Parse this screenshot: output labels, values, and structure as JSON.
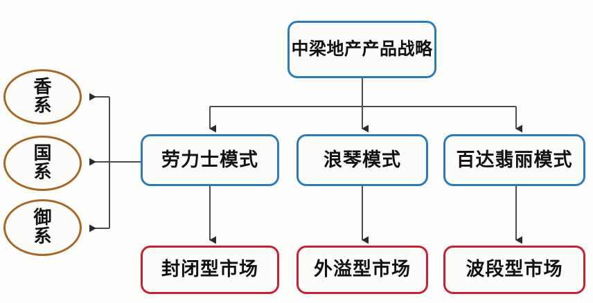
{
  "diagram": {
    "title_node": {
      "label": "中梁地产产品战略",
      "lines": [
        "中梁地产产品",
        "战略"
      ],
      "border_color": "#2b7bb9",
      "shape": "rounded-rect"
    },
    "strategy_nodes": [
      {
        "label": "劳力士模式",
        "border_color": "#2b7bb9",
        "shape": "rounded-rect"
      },
      {
        "label": "浪琴模式",
        "border_color": "#2b7bb9",
        "shape": "rounded-rect"
      },
      {
        "label": "百达翡丽模式",
        "border_color": "#2b7bb9",
        "shape": "rounded-rect"
      }
    ],
    "market_nodes": [
      {
        "label": "封闭型市场",
        "border_color": "#c92033",
        "shape": "rounded-rect"
      },
      {
        "label": "外溢型市场",
        "border_color": "#c92033",
        "shape": "rounded-rect"
      },
      {
        "label": "波段型市场",
        "border_color": "#c92033",
        "shape": "rounded-rect"
      }
    ],
    "series_nodes": [
      {
        "label": "香系",
        "line1": "香",
        "line2": "系",
        "border_color": "#a5682a",
        "shape": "ellipse"
      },
      {
        "label": "国系",
        "line1": "国",
        "line2": "系",
        "border_color": "#a5682a",
        "shape": "ellipse"
      },
      {
        "label": "御系",
        "line1": "御",
        "line2": "系",
        "border_color": "#a5682a",
        "shape": "ellipse"
      }
    ],
    "connector_color": "#4d4d4d",
    "background_color": "#fdfdfb"
  }
}
